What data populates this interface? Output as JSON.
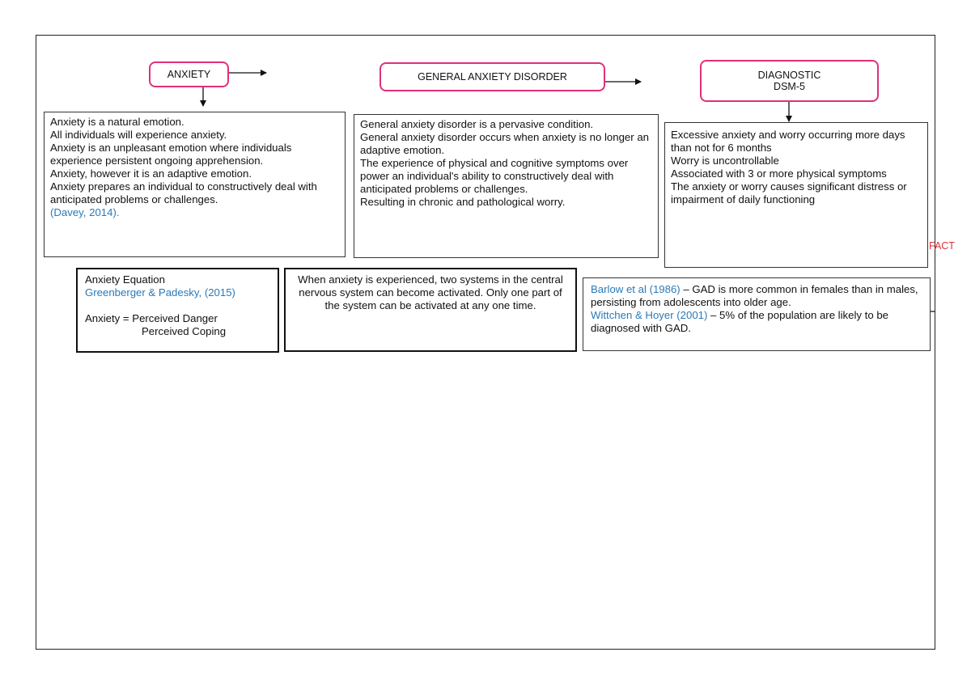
{
  "headers": {
    "anxiety": "ANXIETY",
    "gad": "GENERAL ANXIETY DISORDER",
    "diagnostic_line1": "DIAGNOSTIC",
    "diagnostic_line2": "DSM-5"
  },
  "anxiety_box": {
    "lines": [
      "Anxiety is a natural emotion.",
      "All individuals will experience anxiety.",
      "Anxiety is an unpleasant emotion where individuals experience persistent ongoing apprehension.",
      "Anxiety, however it is an adaptive emotion.",
      "Anxiety prepares an individual to constructively deal with anticipated problems or challenges."
    ],
    "citation": "(Davey, 2014)."
  },
  "gad_box": {
    "lines": [
      "General anxiety disorder is a pervasive condition.",
      "General anxiety disorder occurs when anxiety is no longer an adaptive emotion.",
      "The experience of physical and cognitive symptoms over power an individual's ability to constructively deal with anticipated problems or challenges.",
      "Resulting in chronic and pathological worry."
    ]
  },
  "diagnostic_box": {
    "lines": [
      "Excessive anxiety and worry occurring more days than not for 6 months",
      "Worry is uncontrollable",
      "Associated with 3 or more physical symptoms",
      "The anxiety or worry causes significant distress or impairment of daily functioning"
    ]
  },
  "fact_label": "FACT",
  "equation_box": {
    "title": "Anxiety Equation",
    "citation": "Greenberger & Padesky, (2015)",
    "eq_line1": "Anxiety = Perceived Danger",
    "eq_line2": "Perceived Coping"
  },
  "systems_box": {
    "text": "When anxiety is experienced, two systems in the central nervous system can become activated. Only one part of the system can be activated at any one time."
  },
  "facts_box": {
    "cite1": "Barlow et al (1986)",
    "text1": " – GAD is more common in females than in males, persisting from adolescents into older age.",
    "cite2": "Wittchen & Hoyer (2001)",
    "text2": " – 5% of the population are likely to be diagnosed with GAD."
  }
}
